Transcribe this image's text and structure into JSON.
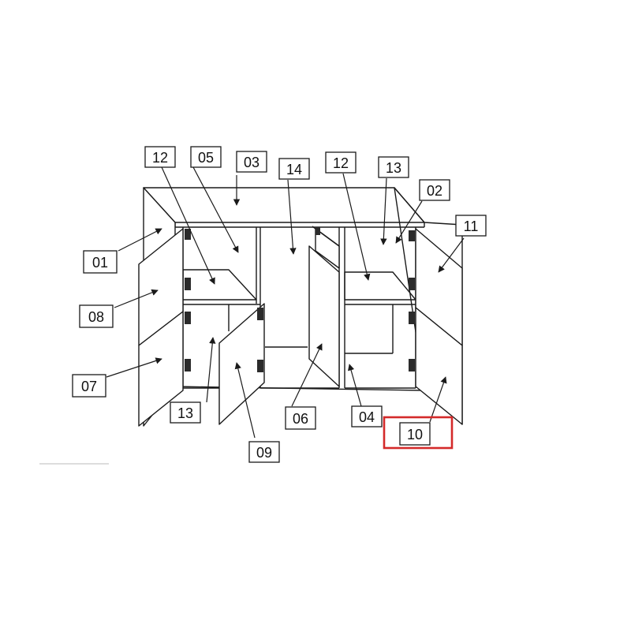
{
  "diagram": {
    "labels": {
      "p01": "01",
      "p02": "02",
      "p03": "03",
      "p04": "04",
      "p05": "05",
      "p06": "06",
      "p07": "07",
      "p08": "08",
      "p09": "09",
      "p10": "10",
      "p11": "11",
      "p12a": "12",
      "p12b": "12",
      "p13a": "13",
      "p13b": "13",
      "p14": "14"
    },
    "highlight": {
      "part": "10",
      "color": "#d42a2a"
    },
    "colors": {
      "line": "#1a1a1a",
      "paper": "#ffffff",
      "hinge": "#333333"
    }
  }
}
